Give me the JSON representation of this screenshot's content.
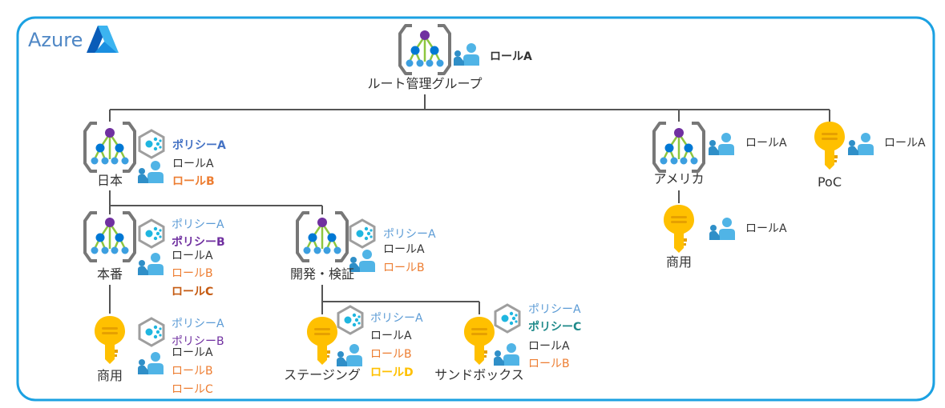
{
  "brand": {
    "title": "Azure",
    "frame_color": "#1ba1e2"
  },
  "nodes": {
    "root": {
      "label": "ルート管理グループ",
      "roles": [
        "ロールA"
      ]
    },
    "japan": {
      "label": "日本",
      "policies": [
        "ポリシーA"
      ],
      "roles": [
        "ロールA",
        "ロールB"
      ]
    },
    "america": {
      "label": "アメリカ",
      "roles": [
        "ロールA"
      ]
    },
    "poc": {
      "label": "PoC",
      "roles": [
        "ロールA"
      ]
    },
    "america_commercial": {
      "label": "商用",
      "roles": [
        "ロールA"
      ]
    },
    "prod": {
      "label": "本番",
      "policies": [
        "ポリシーA",
        "ポリシーB"
      ],
      "roles": [
        "ロールA",
        "ロールB",
        "ロールC"
      ]
    },
    "dev": {
      "label": "開発・検証",
      "policies": [
        "ポリシーA"
      ],
      "roles": [
        "ロールA",
        "ロールB"
      ]
    },
    "prod_commercial": {
      "label": "商用",
      "policies": [
        "ポリシーA",
        "ポリシーB"
      ],
      "roles": [
        "ロールA",
        "ロールB",
        "ロールC"
      ]
    },
    "staging": {
      "label": "ステージング",
      "policies": [
        "ポリシーA"
      ],
      "roles": [
        "ロールA",
        "ロールB",
        "ロールD"
      ]
    },
    "sandbox": {
      "label": "サンドボックス",
      "policies": [
        "ポリシーA",
        "ポリシーC"
      ],
      "roles": [
        "ロールA",
        "ロールB"
      ]
    }
  },
  "colors": {
    "line": "#555555",
    "mg_bracket": "#666666",
    "mg_top": "#7030a0",
    "mg_leaf": "#0078d4",
    "mg_edge": "#8dc63f",
    "key_gold": "#ffc000",
    "user_blue": "#3fa9dc",
    "policy_teal": "#1fb6e0"
  }
}
